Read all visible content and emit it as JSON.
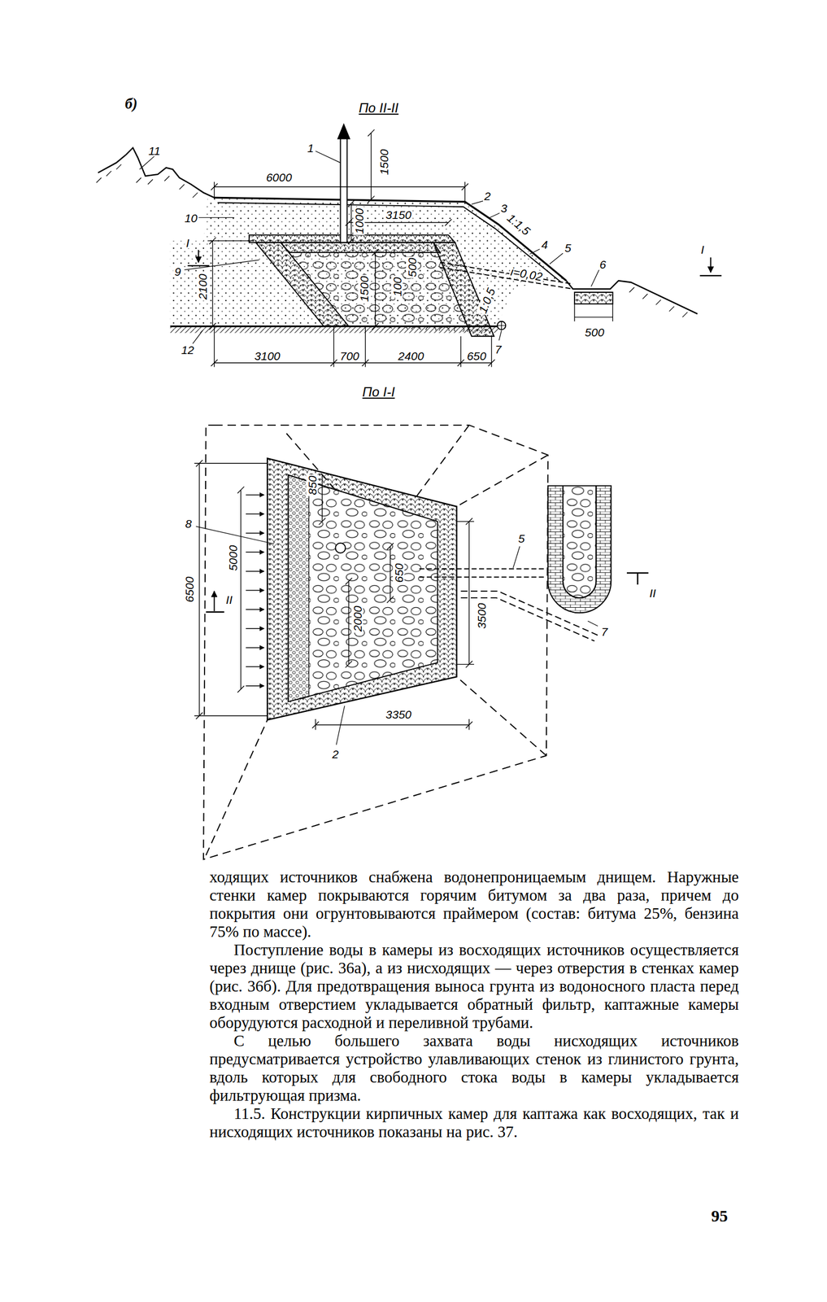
{
  "diagram": {
    "labels": [
      "б)",
      "По II-II",
      "11",
      "1",
      "1500",
      "6000",
      "2",
      "3",
      "1:1,5",
      "4",
      "5",
      "10",
      "3150",
      "1000",
      "i=0,02",
      "6",
      "I",
      "I",
      "9",
      "2100",
      "1500",
      "100",
      "500",
      "1:0,5",
      "7",
      "500",
      "12",
      "3100",
      "700",
      "2400",
      "650",
      "По I-I",
      "8",
      "6500",
      "5000",
      "II",
      "850",
      "650",
      "2000",
      "3500",
      "5",
      "II",
      "7",
      "3350",
      "2",
      "ходящих источников снабжена водонепроницаемым днищем. Наружные стенки камер покрываются горячим битумом за два раза, причем до покрытия они огрунтовываются праймером (состав: битума 25%, бензина 75% по массе).",
      "Поступление воды в камеры из восходящих источников осуществляется через днище (рис. 36а), а из нисходящих — через отверстия в стенках камер (рис. 36б). Для предотвращения выноса грунта из водоносного пласта перед входным отверстием укладывается обратный фильтр, каптажные камеры оборудуются расходной и переливной трубами.",
      "С целью большего захвата воды нисходящих источников предусматривается устройство улавливающих стенок из глинистого грунта, вдоль которых для свободного стока воды в камеры укладывается фильтрующая призма.",
      "11.5. Конструкции кирпичных камер для каптажа как восходящих, так и нисходящих источников показаны на рис. 37.",
      "95"
    ]
  }
}
